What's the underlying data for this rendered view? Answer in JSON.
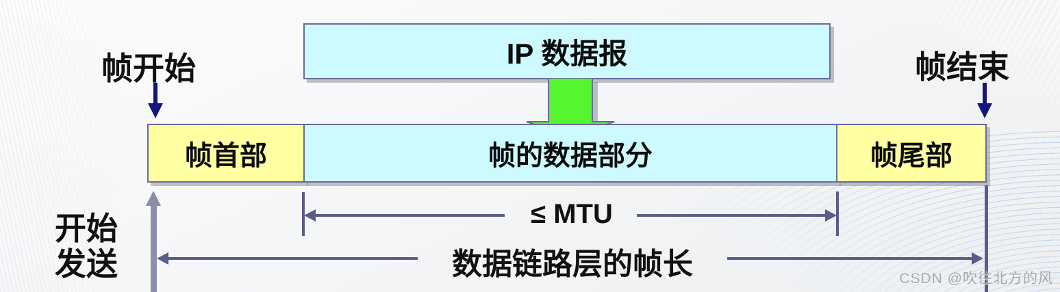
{
  "diagram": {
    "top": {
      "frame_start_label": "帧开始",
      "ip_datagram_label": "IP 数据报",
      "frame_end_label": "帧结束"
    },
    "frame": {
      "header_label": "帧首部",
      "data_label": "帧的数据部分",
      "trailer_label": "帧尾部"
    },
    "measures": {
      "mtu_label": "≤ MTU",
      "frame_length_label": "数据链路层的帧长"
    },
    "side": {
      "start_sending_line1": "开始",
      "start_sending_line2": "发送"
    },
    "watermark": "CSDN @吹往北方的风"
  },
  "colors": {
    "box_cyan": "#cdfaff",
    "box_yellow": "#ffffa2",
    "box_border": "#6a6a9e",
    "green_arrow": "#57f52e",
    "navy_arrow": "#15157d",
    "measure_line": "#5c5c8a",
    "thick_up_arrow": "#8c8cab",
    "text": "#111111",
    "watermark": "#a7a7a9"
  }
}
